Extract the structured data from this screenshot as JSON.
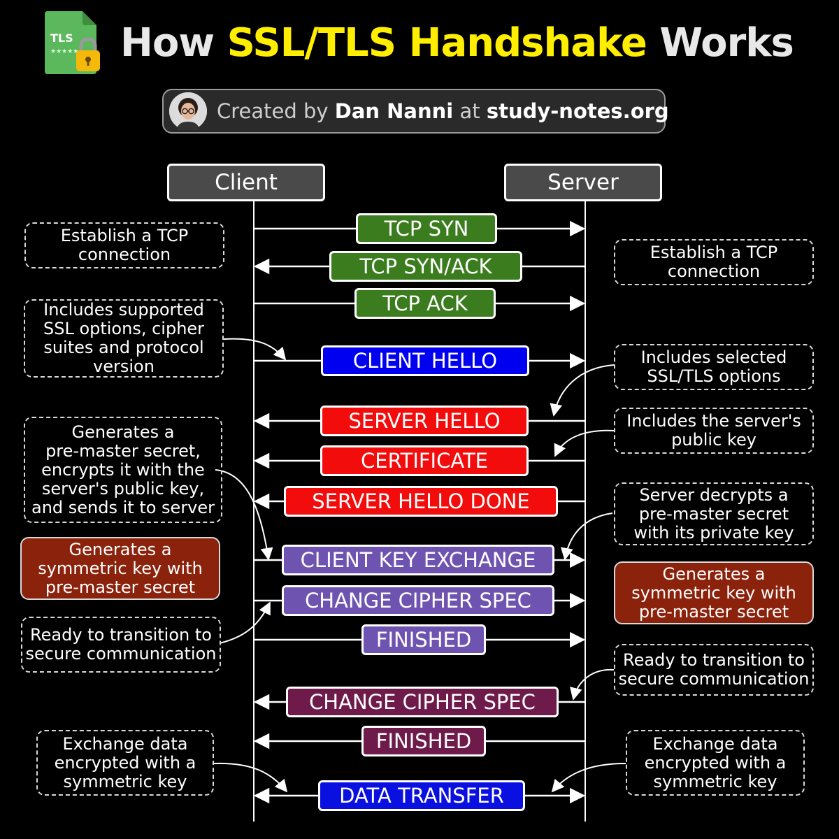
{
  "header": {
    "logo_text": "TLS",
    "title_pre": "How ",
    "title_highlight": "SSL/TLS Handshake",
    "title_post": " Works"
  },
  "credit": {
    "prefix": "Created by ",
    "author": "Dan Nanni",
    "middle": " at ",
    "site": "study-notes.org"
  },
  "actors": {
    "client": "Client",
    "server": "Server"
  },
  "colors": {
    "tcp": "#3b7d1e",
    "client_hello": "#0000f0",
    "server": "#f20c0c",
    "client_key": "#6e54b0",
    "server_finish": "#6e1a4a",
    "data": "#0a10e0",
    "note_filled": "#8b220c"
  },
  "messages": [
    {
      "label": "TCP SYN",
      "dir": "right",
      "color": "tcp"
    },
    {
      "label": "TCP SYN/ACK",
      "dir": "left",
      "color": "tcp"
    },
    {
      "label": "TCP ACK",
      "dir": "right",
      "color": "tcp"
    },
    {
      "label": "CLIENT HELLO",
      "dir": "right",
      "color": "client_hello"
    },
    {
      "label": "SERVER HELLO",
      "dir": "left",
      "color": "server"
    },
    {
      "label": "CERTIFICATE",
      "dir": "left",
      "color": "server"
    },
    {
      "label": "SERVER HELLO DONE",
      "dir": "left",
      "color": "server"
    },
    {
      "label": "CLIENT KEY EXCHANGE",
      "dir": "right",
      "color": "client_key"
    },
    {
      "label": "CHANGE CIPHER SPEC",
      "dir": "right",
      "color": "client_key"
    },
    {
      "label": "FINISHED",
      "dir": "right",
      "color": "client_key"
    },
    {
      "label": "CHANGE CIPHER SPEC",
      "dir": "left",
      "color": "server_finish"
    },
    {
      "label": "FINISHED",
      "dir": "left",
      "color": "server_finish"
    },
    {
      "label": "DATA TRANSFER",
      "dir": "both",
      "color": "data"
    }
  ],
  "client_notes": [
    {
      "text": "Establish a TCP\nconnection",
      "filled": false
    },
    {
      "text": "Includes supported\nSSL options, cipher\nsuites and protocol\nversion",
      "filled": false
    },
    {
      "text": "Generates a\npre-master secret,\nencrypts it with the\nserver's public key,\nand sends it to server",
      "filled": false
    },
    {
      "text": "Generates a\nsymmetric key with\npre-master secret",
      "filled": true
    },
    {
      "text": "Ready to transition to\nsecure communication",
      "filled": false
    },
    {
      "text": "Exchange data\nencrypted with a\nsymmetric key",
      "filled": false
    }
  ],
  "server_notes": [
    {
      "text": "Establish a TCP\nconnection",
      "filled": false
    },
    {
      "text": "Includes selected\nSSL/TLS options",
      "filled": false
    },
    {
      "text": "Includes the server's\npublic key",
      "filled": false
    },
    {
      "text": "Server decrypts a\npre-master secret\nwith its private key",
      "filled": false
    },
    {
      "text": "Generates a\nsymmetric key with\npre-master secret",
      "filled": true
    },
    {
      "text": "Ready to transition to\nsecure communication",
      "filled": false
    },
    {
      "text": "Exchange data\nencrypted with a\nsymmetric key",
      "filled": false
    }
  ]
}
